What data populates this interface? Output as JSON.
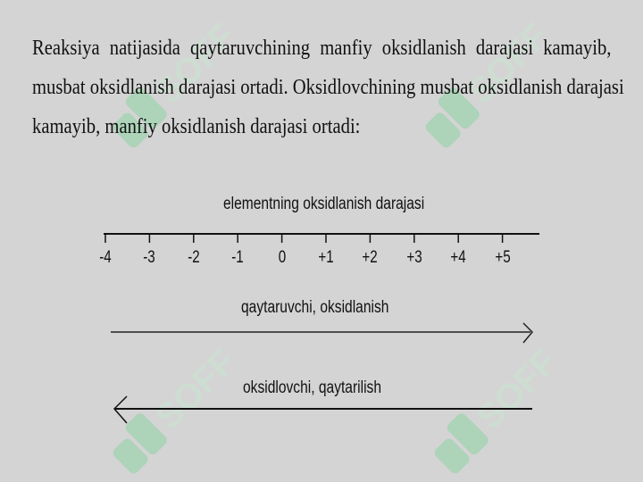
{
  "paragraph": {
    "lines": [
      "Reaksiya natijasida qaytaruvchining manfiy oksidlanish darajasi kamayib,",
      "musbat oksidlanish darajasi ortadi. Oksidlovchining musbat oksidlanish darajasi",
      "kamayib, manfiy oksidlanish darajasi ortadi:"
    ]
  },
  "diagram": {
    "scale_title": "elementning oksidlanish darajasi",
    "ticks": [
      "-4",
      "-3",
      "-2",
      "-1",
      "0",
      "+1",
      "+2",
      "+3",
      "+4",
      "+5"
    ],
    "arrow_right_label": "qaytaruvchi, oksidlanish",
    "arrow_left_label": "oksidlovchi, qaytarilish"
  },
  "watermark": {
    "text": "SOFF",
    "color": "#2e9e55"
  }
}
